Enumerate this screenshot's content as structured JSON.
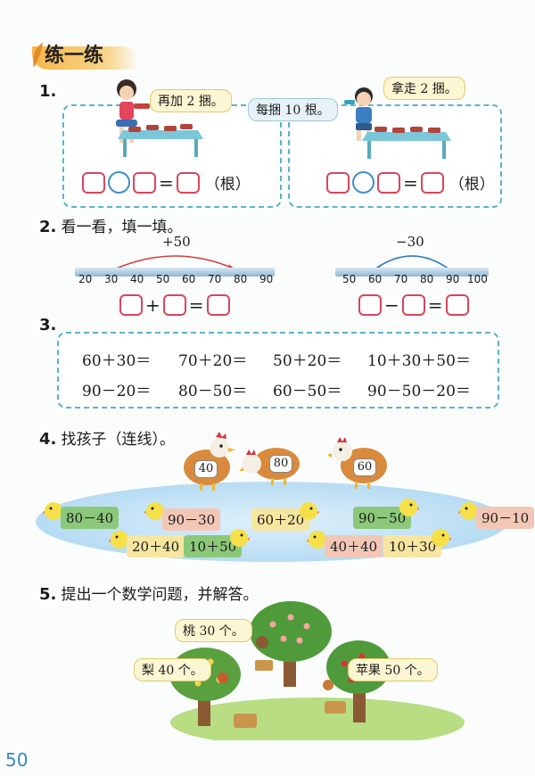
{
  "header": {
    "title": "练一练"
  },
  "q1": {
    "num": "1.",
    "left_bubble": "再加 2 捆。",
    "middle_bubble": "每捆 10 根。",
    "right_bubble": "拿走 2 捆。",
    "unit": "（根）",
    "equals": "="
  },
  "q2": {
    "num": "2.",
    "text": "看一看，填一填。",
    "left": {
      "label": "+50",
      "ticks": [
        "20",
        "30",
        "40",
        "50",
        "60",
        "70",
        "80",
        "90"
      ],
      "op": "+",
      "eq": "="
    },
    "right": {
      "label": "−30",
      "ticks": [
        "50",
        "60",
        "70",
        "80",
        "90",
        "100"
      ],
      "op": "−",
      "eq": "="
    }
  },
  "q3": {
    "num": "3.",
    "row1": [
      "60＋30＝",
      "70＋20＝",
      "50＋20＝",
      "10＋30＋50＝"
    ],
    "row2": [
      "90－20＝",
      "80－50＝",
      "60－50＝",
      "90－50－20＝"
    ]
  },
  "q4": {
    "num": "4.",
    "text": "找孩子（连线）。",
    "hens": [
      "40",
      "80",
      "60"
    ],
    "chicks": [
      {
        "expr": "80－40",
        "color": "green"
      },
      {
        "expr": "90－30",
        "color": "pink"
      },
      {
        "expr": "60＋20",
        "color": "yellow"
      },
      {
        "expr": "90－50",
        "color": "green"
      },
      {
        "expr": "90－10",
        "color": "pink"
      },
      {
        "expr": "20＋40",
        "color": "yellow"
      },
      {
        "expr": "10＋50",
        "color": "green"
      },
      {
        "expr": "40＋40",
        "color": "pink"
      },
      {
        "expr": "10＋30",
        "color": "yellow"
      }
    ]
  },
  "q5": {
    "num": "5.",
    "text": "提出一个数学问题，并解答。",
    "bubbles": [
      "桃 30 个。",
      "梨 40 个。",
      "苹果 50 个。"
    ]
  },
  "footer": {
    "page_number": "50"
  }
}
